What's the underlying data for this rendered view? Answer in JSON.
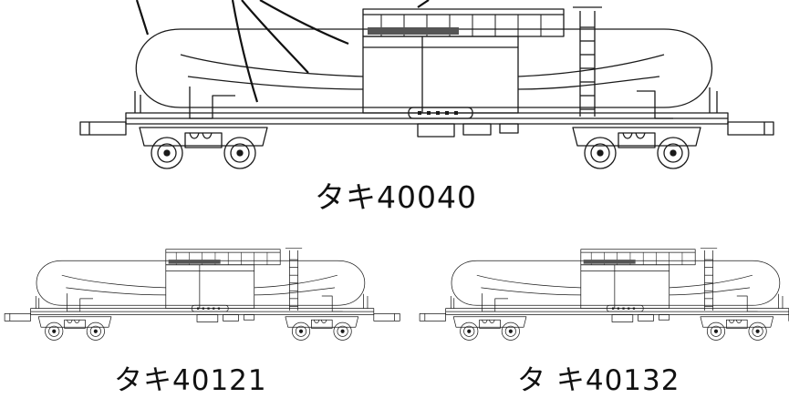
{
  "labels": {
    "large_car": "タキ40040",
    "small_car_left": "タキ40121",
    "small_car_right": "タ キ40132"
  }
}
